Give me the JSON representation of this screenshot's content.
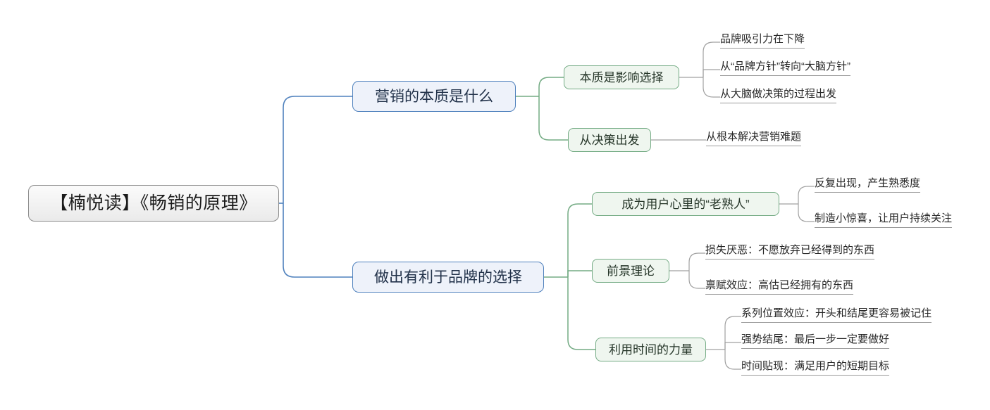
{
  "mindmap": {
    "root": {
      "label": "【楠悦读】《畅销的原理》"
    },
    "branches": [
      {
        "label": "营销的本质是什么",
        "children": [
          {
            "label": "本质是影响选择",
            "leaves": [
              "品牌吸引力在下降",
              "从“品牌方针”转向“大脑方针”",
              "从大脑做决策的过程出发"
            ]
          },
          {
            "label": "从决策出发",
            "leaves": [
              "从根本解决营销难题"
            ]
          }
        ]
      },
      {
        "label": "做出有利于品牌的选择",
        "children": [
          {
            "label": "成为用户心里的“老熟人”",
            "leaves": [
              "反复出现，产生熟悉度",
              "制造小惊喜，让用户持续关注"
            ]
          },
          {
            "label": "前景理论",
            "leaves": [
              "损失厌恶：不愿放弃已经得到的东西",
              "禀赋效应：高估已经拥有的东西"
            ]
          },
          {
            "label": "利用时间的力量",
            "leaves": [
              "系列位置效应：开头和结尾更容易被记住",
              "强势结尾：最后一步一定要做好",
              "时间贴现：满足用户的短期目标"
            ]
          }
        ]
      }
    ],
    "colors": {
      "root_border": "#8a8a8a",
      "level2_border": "#4f81bd",
      "level2_fill": "#eef2fa",
      "level3_border": "#74ab84",
      "level3_fill": "#eff6ef",
      "leaf_line": "#9b9b9b",
      "background": "#ffffff"
    }
  }
}
